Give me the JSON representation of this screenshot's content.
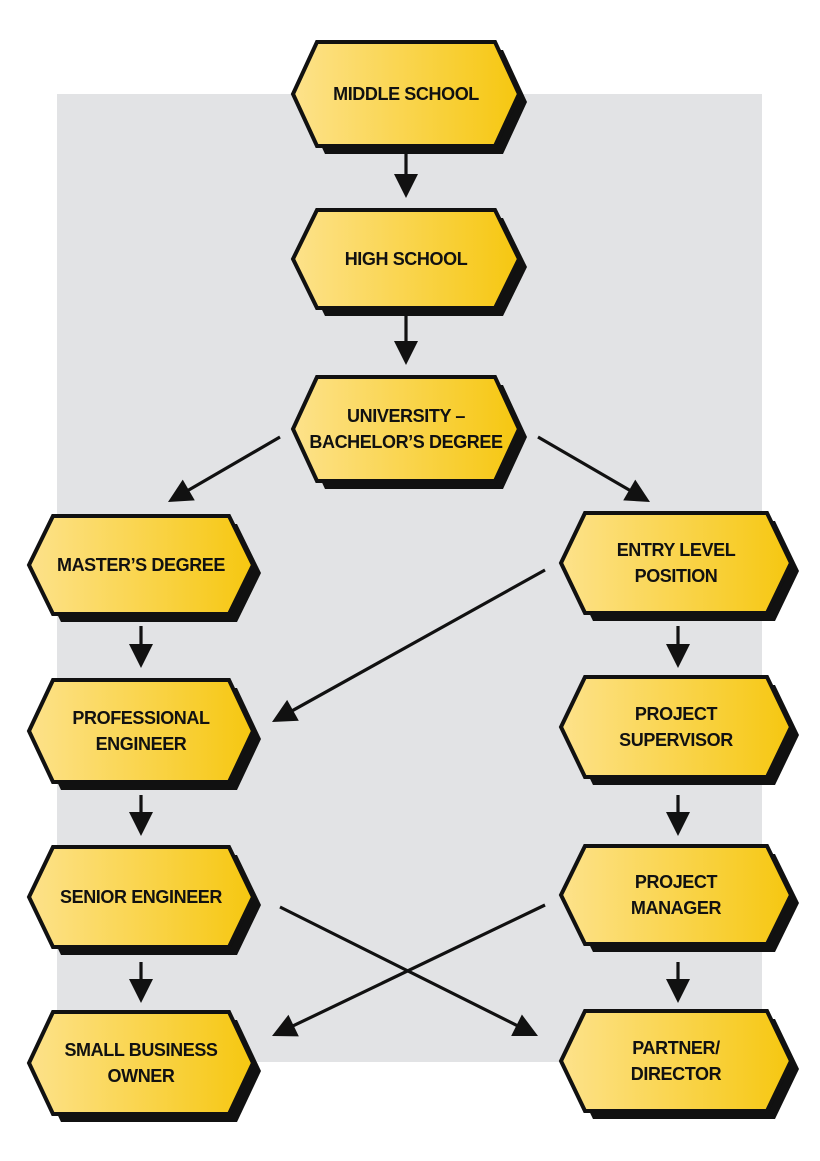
{
  "colors": {
    "background_panel": "#e2e3e5",
    "node_fill_light": "#fde28b",
    "node_fill_dark": "#f6c710",
    "outline": "#111111"
  },
  "nodes": [
    {
      "id": "middle-school",
      "lines": [
        "MIDDLE SCHOOL"
      ]
    },
    {
      "id": "high-school",
      "lines": [
        "HIGH SCHOOL"
      ]
    },
    {
      "id": "university",
      "lines": [
        "UNIVERSITY –",
        "BACHELOR’S DEGREE"
      ]
    },
    {
      "id": "masters",
      "lines": [
        "MASTER’S DEGREE"
      ]
    },
    {
      "id": "entry-level",
      "lines": [
        "ENTRY LEVEL",
        "POSITION"
      ]
    },
    {
      "id": "professional-engineer",
      "lines": [
        "PROFESSIONAL",
        "ENGINEER"
      ]
    },
    {
      "id": "project-supervisor",
      "lines": [
        "PROJECT",
        "SUPERVISOR"
      ]
    },
    {
      "id": "senior-engineer",
      "lines": [
        "SENIOR ENGINEER"
      ]
    },
    {
      "id": "project-manager",
      "lines": [
        "PROJECT",
        "MANAGER"
      ]
    },
    {
      "id": "small-business-owner",
      "lines": [
        "SMALL BUSINESS",
        "OWNER"
      ]
    },
    {
      "id": "partner-director",
      "lines": [
        "PARTNER/",
        "DIRECTOR"
      ]
    }
  ],
  "edges": [
    {
      "from": "middle-school",
      "to": "high-school"
    },
    {
      "from": "high-school",
      "to": "university"
    },
    {
      "from": "university",
      "to": "masters"
    },
    {
      "from": "university",
      "to": "entry-level"
    },
    {
      "from": "masters",
      "to": "professional-engineer"
    },
    {
      "from": "entry-level",
      "to": "professional-engineer"
    },
    {
      "from": "entry-level",
      "to": "project-supervisor"
    },
    {
      "from": "professional-engineer",
      "to": "senior-engineer"
    },
    {
      "from": "project-supervisor",
      "to": "project-manager"
    },
    {
      "from": "senior-engineer",
      "to": "small-business-owner"
    },
    {
      "from": "senior-engineer",
      "to": "partner-director"
    },
    {
      "from": "project-manager",
      "to": "small-business-owner"
    },
    {
      "from": "project-manager",
      "to": "partner-director"
    }
  ]
}
